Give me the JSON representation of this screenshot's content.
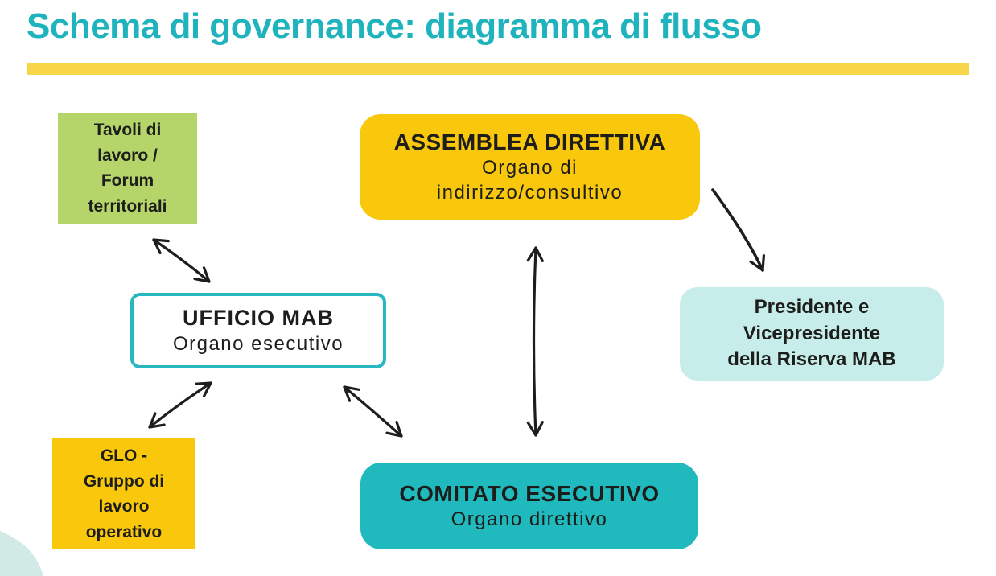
{
  "page": {
    "title": "Schema di governance: diagramma di flusso"
  },
  "nodes": {
    "tavoli": {
      "lines": [
        "Tavoli di",
        "lavoro /",
        "Forum",
        "territoriali"
      ]
    },
    "assemblea": {
      "title": "ASSEMBLEA DIRETTIVA",
      "sub_line1": "Organo di",
      "sub_line2": "indirizzo/consultivo"
    },
    "ufficio": {
      "title": "UFFICIO MAB",
      "sub": "Organo esecutivo"
    },
    "presidente": {
      "lines": [
        "Presidente e",
        "Vicepresidente",
        "della Riserva MAB"
      ]
    },
    "glo": {
      "lines": [
        "GLO -",
        "Gruppo di",
        "lavoro",
        "operativo"
      ]
    },
    "comitato": {
      "title": "COMITATO ESECUTIVO",
      "sub": "Organo direttivo"
    }
  },
  "colors": {
    "title_text": "#1fb4bd",
    "title_underline": "#f7d64a",
    "node_green": "#b5d56a",
    "node_yellow": "#f9c80d",
    "node_teal": "#20b9bd",
    "node_light_cyan": "#c6ede9",
    "ufficio_border": "#29b8c2",
    "arrow": "#1d1d1b",
    "corner_decoration": "#d2eae6",
    "text": "#1d1d1b"
  }
}
